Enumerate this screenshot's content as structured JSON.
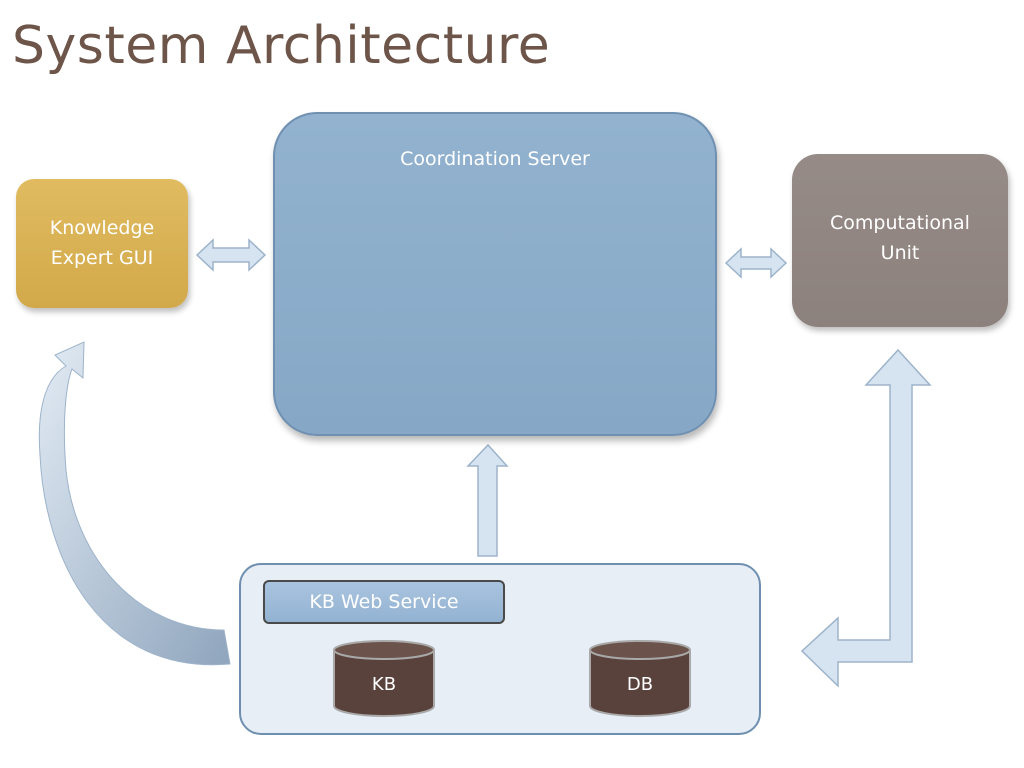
{
  "slide": {
    "title": "System Architecture"
  },
  "nodes": {
    "knowledge_expert_gui": {
      "line1": "Knowledge",
      "line2": "Expert GUI"
    },
    "coordination_server": {
      "label": "Coordination Server"
    },
    "computational_unit": {
      "line1": "Computational",
      "line2": "Unit"
    },
    "kb_web_service": {
      "label": "KB Web Service"
    },
    "kb_store": {
      "label": "KB"
    },
    "db_store": {
      "label": "DB"
    }
  },
  "colors": {
    "title": "#6e5549",
    "knowledge_expert_gui": "#d8b255",
    "coordination_server": "#8db0cd",
    "computational_unit": "#938884",
    "container": "#e8eef6",
    "cylinder": "#5a423c",
    "arrow_fill": "#d6e3f0",
    "arrow_stroke": "#9db3ca"
  }
}
